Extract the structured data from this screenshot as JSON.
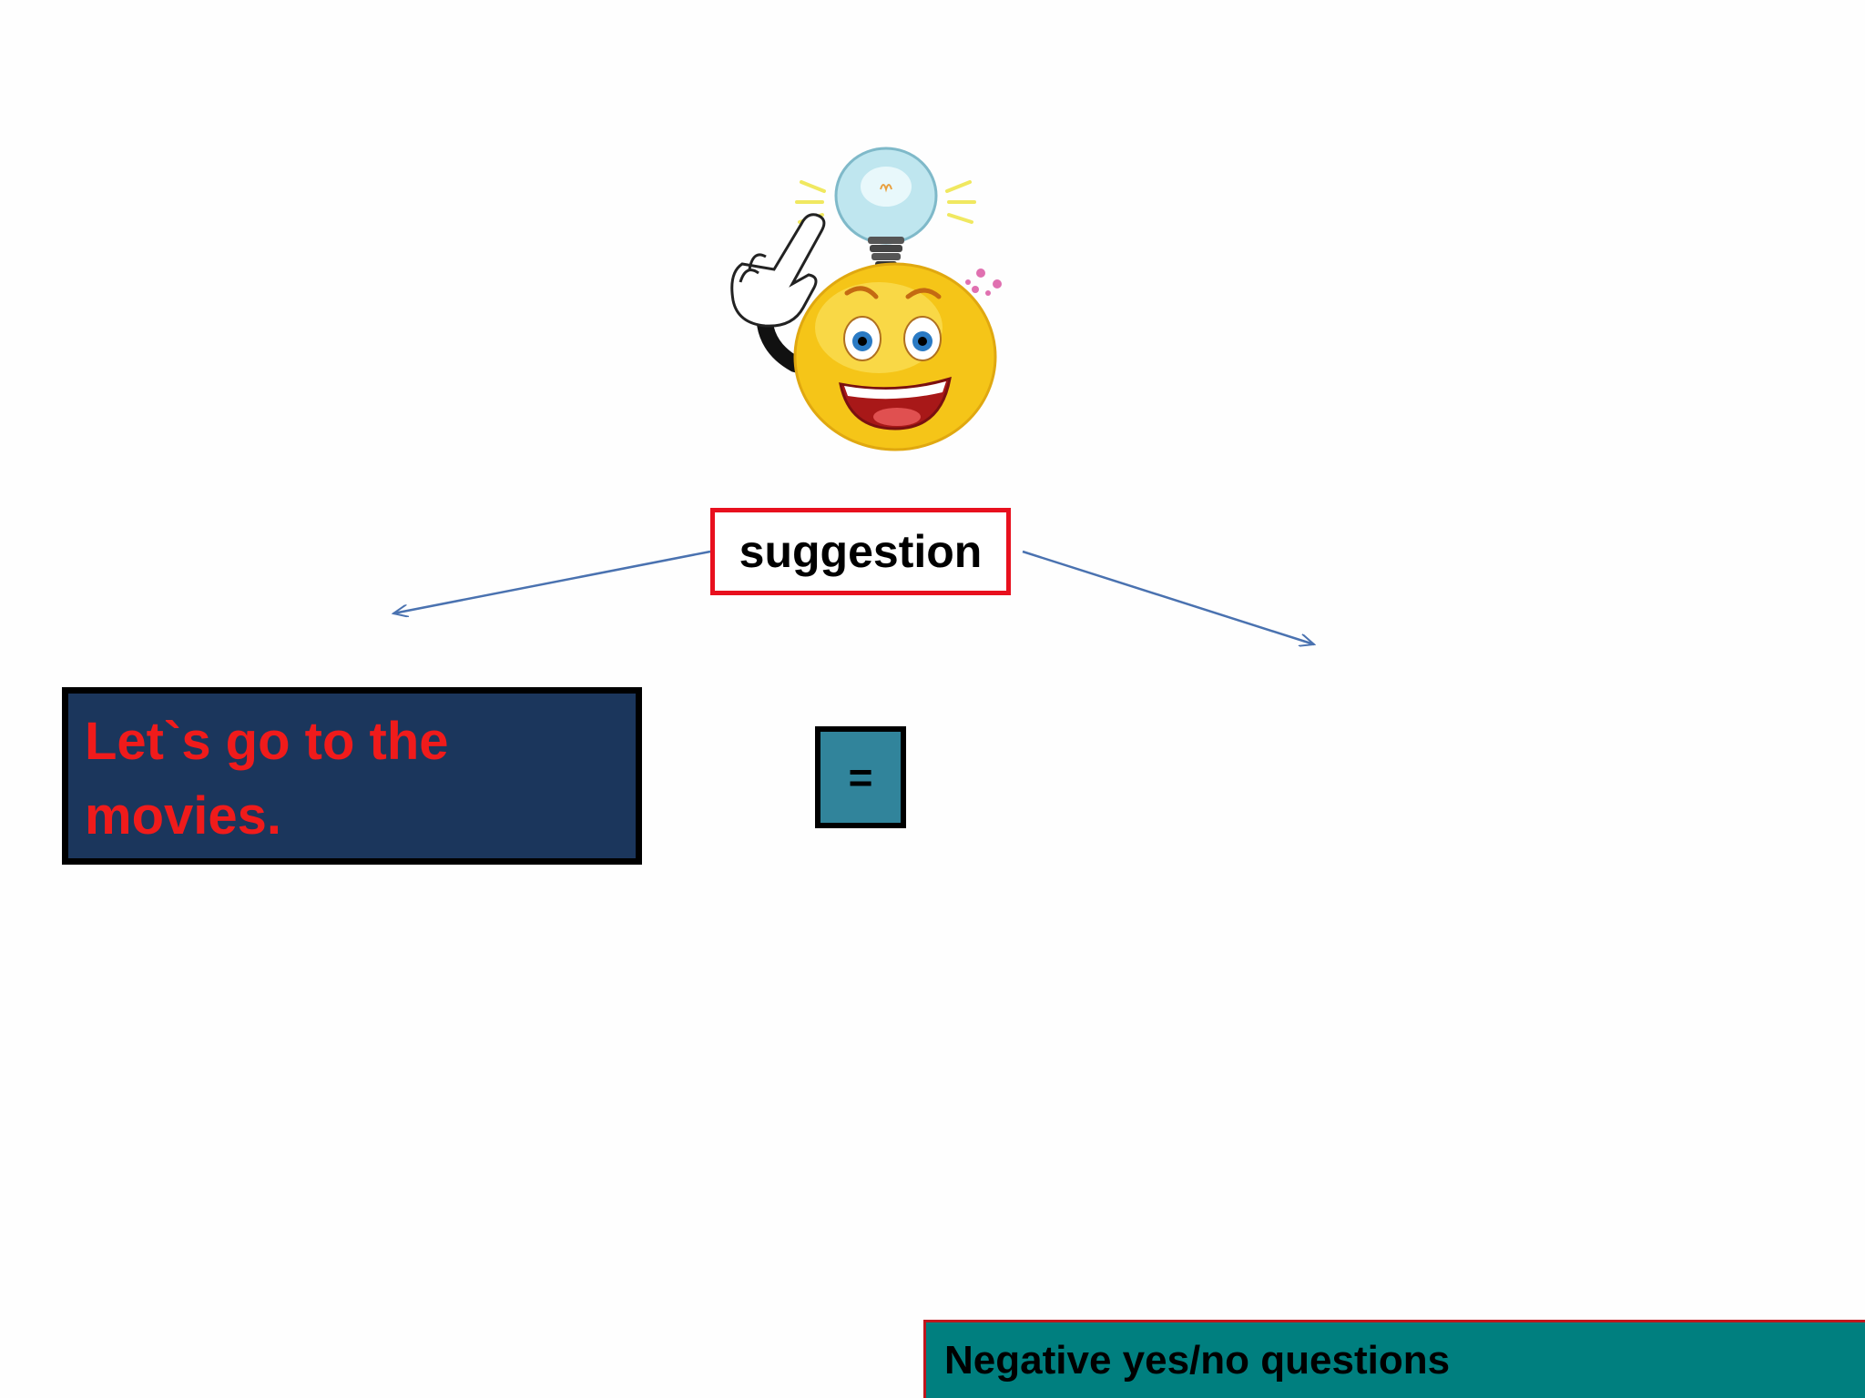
{
  "slide": {
    "center_label": "suggestion",
    "example_sentence": "Let`s go to the movies.",
    "equals_symbol": "=",
    "footer_title": "Negative yes/no questions"
  },
  "illustration": {
    "icon": "smiley-lightbulb-idea-icon"
  },
  "colors": {
    "suggestion_border": "#e8101e",
    "example_bg": "#1b365c",
    "example_text": "#f01b1b",
    "equals_bg": "#31849b",
    "footer_bg": "#007f7f",
    "arrow": "#4a72b0"
  }
}
